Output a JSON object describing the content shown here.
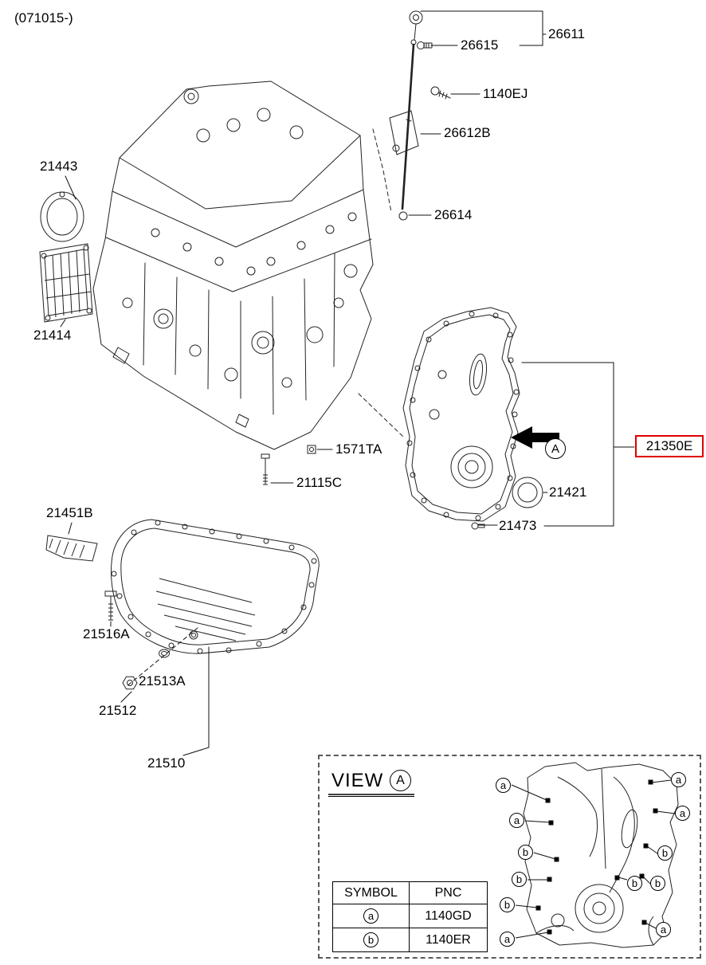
{
  "header": {
    "revision_code": "(071015-)"
  },
  "labels": {
    "p26611": "26611",
    "p26615": "26615",
    "p1140EJ": "1140EJ",
    "p26612B": "26612B",
    "p26614": "26614",
    "p21443": "21443",
    "p21414": "21414",
    "p1571TA": "1571TA",
    "p21115C": "21115C",
    "p21451B": "21451B",
    "p21516A": "21516A",
    "p21513A": "21513A",
    "p21512": "21512",
    "p21510": "21510",
    "p21350E": "21350E",
    "p21421": "21421",
    "p21473": "21473"
  },
  "callout": {
    "letter": "A"
  },
  "colors": {
    "highlight": "#e10000",
    "line": "#222222"
  },
  "view_inset": {
    "title": "VIEW",
    "view_letter": "A",
    "marker_a": "a",
    "marker_b": "b",
    "table": {
      "col_symbol": "SYMBOL",
      "col_pnc": "PNC",
      "rows": [
        {
          "symbol": "a",
          "pnc": "1140GD"
        },
        {
          "symbol": "b",
          "pnc": "1140ER"
        }
      ]
    }
  }
}
